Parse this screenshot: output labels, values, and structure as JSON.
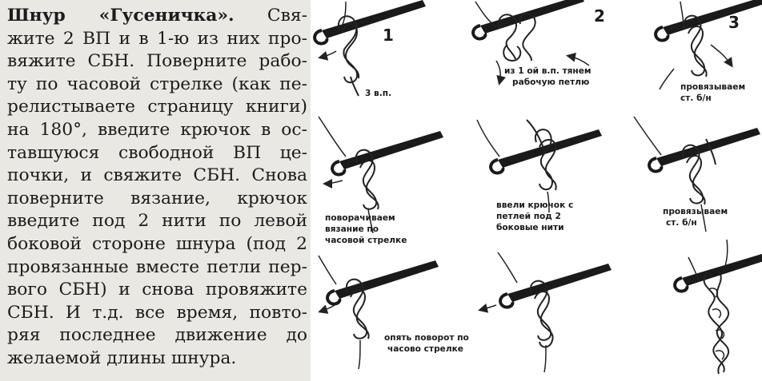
{
  "instructions": {
    "title": "Шнур «Гусеничка».",
    "first_line_rest": "Свя-",
    "lines": [
      "жите 2 ВП и в 1-ю из них про-",
      "вяжите СБН. Поверните рабо-",
      "ту по часовой стрелке (как пе-",
      "релистываете страницу книги)",
      "на 180°, введите крючок в ос-",
      "тавшуюся свободной ВП це-",
      "почки, и свяжите СБН. Снова",
      "поверните вязание, крючок",
      "введите под 2 нити по левой",
      "боковой стороне шнура (под 2",
      "провязанные вместе петли пер-",
      "вого СБН) и снова провяжите",
      "СБН. И т.д. все время, повто-",
      "ряя последнее движение до",
      "желаемой длины шнура."
    ]
  },
  "steps": [
    {
      "number": "1",
      "caption": [
        "3 в.п."
      ]
    },
    {
      "number": "2",
      "caption": [
        "из 1 ой в.п. тянем",
        "рабочую петлю"
      ]
    },
    {
      "number": "3",
      "caption": [
        "провязываем",
        "ст. б/н"
      ]
    },
    {
      "number": "",
      "caption": [
        "поворачиваем",
        "вязание по",
        "часовой стрелке"
      ]
    },
    {
      "number": "",
      "caption": [
        "ввели крючок с",
        "петлей под 2",
        "боковые нити"
      ]
    },
    {
      "number": "",
      "caption": [
        "провязываем",
        "ст. б/н"
      ]
    },
    {
      "number": "",
      "caption": [
        "опять поворот по",
        "часово стрелке"
      ]
    },
    {
      "number": "",
      "caption": []
    },
    {
      "number": "",
      "caption": []
    }
  ]
}
